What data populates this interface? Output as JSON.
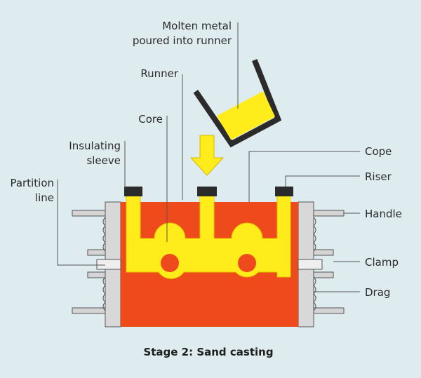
{
  "labels": {
    "molten_metal": [
      "Molten metal",
      "poured into runner"
    ],
    "runner": "Runner",
    "core": "Core",
    "insulating_sleeve": [
      "Insulating",
      "sleeve"
    ],
    "partition_line": [
      "Partition",
      "line"
    ],
    "cope": "Cope",
    "riser": "Riser",
    "handle": "Handle",
    "clamp": "Clamp",
    "drag": "Drag"
  },
  "caption": "Stage 2: Sand casting",
  "colors": {
    "background": "#dfecef",
    "sand": "#ee4a1c",
    "metal": "#ffec1a",
    "flask": "#d8d8d8",
    "sleeve": "#2b2b2b",
    "ladle": "#2b2b2b"
  }
}
